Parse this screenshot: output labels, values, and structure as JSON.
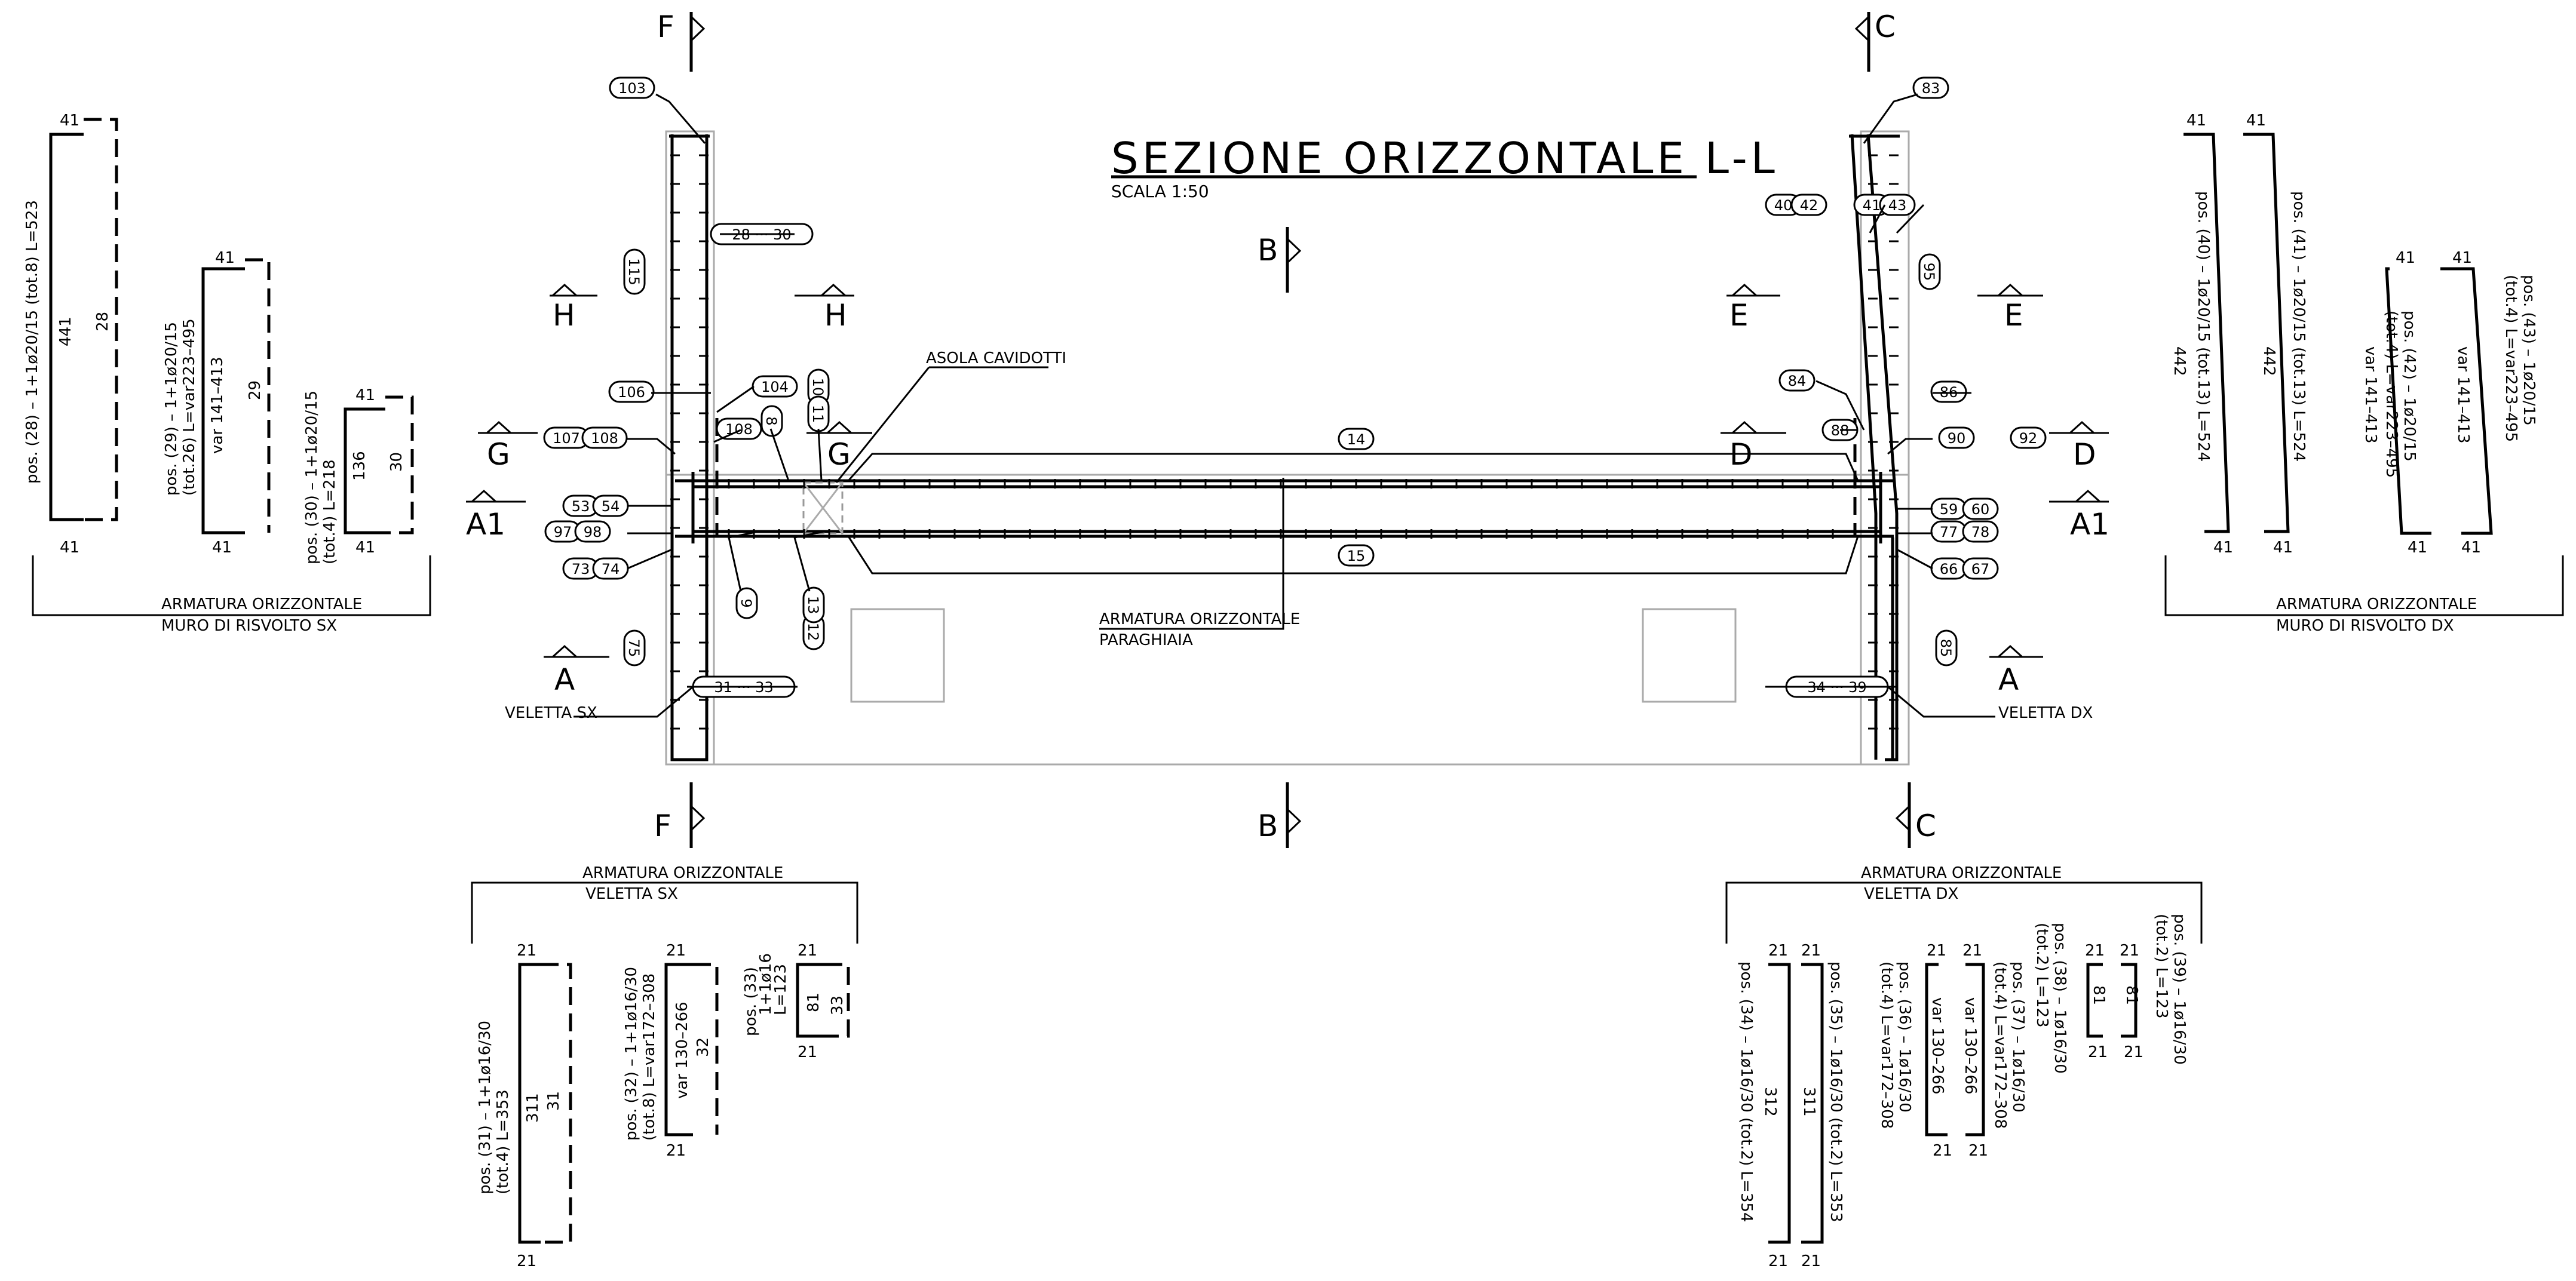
{
  "title": "SEZIONE ORIZZONTALE L-L",
  "scale": "SCALA 1:50",
  "sections": {
    "F": "F",
    "C": "C",
    "B": "B",
    "H": "H",
    "E": "E",
    "G": "G",
    "D": "D",
    "A1": "A1",
    "A": "A"
  },
  "labels": {
    "asola": "ASOLA CAVIDOTTI",
    "parag1": "ARMATURA ORIZZONTALE",
    "parag2": "PARAGHIAIA",
    "veletta_sx": "VELETTA SX",
    "veletta_dx": "VELETTA DX"
  },
  "groups": {
    "muro_sx": [
      "ARMATURA ORIZZONTALE",
      "MURO DI RISVOLTO SX"
    ],
    "muro_dx": [
      "ARMATURA ORIZZONTALE",
      "MURO DI RISVOLTO DX"
    ],
    "vel_sx": [
      "ARMATURA ORIZZONTALE",
      "VELETTA SX"
    ],
    "vel_dx": [
      "ARMATURA ORIZZONTALE",
      "VELETTA DX"
    ]
  },
  "marks": {
    "m103": "103",
    "m83": "83",
    "m28_30": "28 ··· 30",
    "m115": "115",
    "m40": "40",
    "m42": "42",
    "m41": "41",
    "m43": "43",
    "m95": "95",
    "m106": "106",
    "m104": "104",
    "m108b": "108",
    "m8": "8",
    "m10": "10",
    "m11": "11",
    "m107": "107",
    "m108": "108",
    "m14": "14",
    "m84": "84",
    "m86": "86",
    "m88": "88",
    "m90": "90",
    "m92": "92",
    "m53": "53",
    "m54": "54",
    "m59": "59",
    "m60": "60",
    "m97": "97",
    "m98": "98",
    "m77": "77",
    "m78": "78",
    "m73": "73",
    "m74": "74",
    "m15": "15",
    "m66": "66",
    "m67": "67",
    "m9": "9",
    "m12": "12",
    "m13": "13",
    "m75": "75",
    "m85": "85",
    "m31_33": "31 ··· 33",
    "m34_39": "34 ··· 39"
  },
  "bars_muro_sx": {
    "b28_top": "41",
    "b28_bot": "41",
    "b28_len": "441",
    "b28_mark": "28",
    "b28_desc": "pos. (28) – 1+1ø20/15 (tot.8) L=523",
    "b29_top": "41",
    "b29_bot": "41",
    "b29_len": "var 141–413",
    "b29_mark": "29",
    "b29_desc1": "pos. (29) – 1+1ø20/15",
    "b29_desc2": "(tot.26) L=var223–495",
    "b30_top": "41",
    "b30_bot": "41",
    "b30_len": "136",
    "b30_mark": "30",
    "b30_desc1": "pos. (30) – 1+1ø20/15",
    "b30_desc2": "(tot.4) L=218"
  },
  "bars_muro_dx": {
    "b40_top": "41",
    "b40_bot": "41",
    "b40_len": "442",
    "b40_desc": "pos. (40) – 1ø20/15 (tot.13) L=524",
    "b41_top": "41",
    "b41_bot": "41",
    "b41_len": "442",
    "b41_desc": "pos. (41) – 1ø20/15 (tot.13) L=524",
    "b42_top": "41",
    "b42_bot": "41",
    "b42_len": "var 141–413",
    "b42_desc1": "pos. (42) – 1ø20/15",
    "b42_desc2": "(tot.4) L=var223–495",
    "b43_top": "41",
    "b43_bot": "41",
    "b43_len": "var 141–413",
    "b43_desc1": "pos. (43) – 1ø20/15",
    "b43_desc2": "(tot.4) L=var223–495"
  },
  "bars_vel_sx": {
    "b31_top": "21",
    "b31_bot": "21",
    "b31_len": "311",
    "b31_mark": "31",
    "b31_desc1": "pos. (31) – 1+1ø16/30",
    "b31_desc2": "(tot.4) L=353",
    "b32_top": "21",
    "b32_bot": "21",
    "b32_len": "var 130–266",
    "b32_mark": "32",
    "b32_desc1": "pos. (32) – 1+1ø16/30",
    "b32_desc2": "(tot.8) L=var172–308",
    "b33_top": "21",
    "b33_bot": "21",
    "b33_len": "81",
    "b33_mark": "33",
    "b33_desc1": "pos. (33)",
    "b33_desc2": "1+1ø16",
    "b33_desc3": "L=123"
  },
  "bars_vel_dx": {
    "b34_top": "21",
    "b34_bot": "21",
    "b34_len": "312",
    "b34_desc": "pos. (34) – 1ø16/30 (tot.2) L=354",
    "b35_top": "21",
    "b35_bot": "21",
    "b35_len": "311",
    "b35_desc": "pos. (35) – 1ø16/30 (tot.2) L=353",
    "b36_top": "21",
    "b36_bot": "21",
    "b36_len": "var 130–266",
    "b36_desc1": "pos. (36) – 1ø16/30",
    "b36_desc2": "(tot.4) L=var172–308",
    "b37_top": "21",
    "b37_bot": "21",
    "b37_len": "var 130–266",
    "b37_desc1": "pos. (37) – 1ø16/30",
    "b37_desc2": "(tot.4) L=var172–308",
    "b38_top": "21",
    "b38_bot": "21",
    "b38_len": "81",
    "b38_desc1": "pos. (38) – 1ø16/30",
    "b38_desc2": "(tot.2) L=123",
    "b39_top": "21",
    "b39_bot": "21",
    "b39_len": "81",
    "b39_desc1": "pos. (39) – 1ø16/30",
    "b39_desc2": "(tot.2) L=123"
  }
}
